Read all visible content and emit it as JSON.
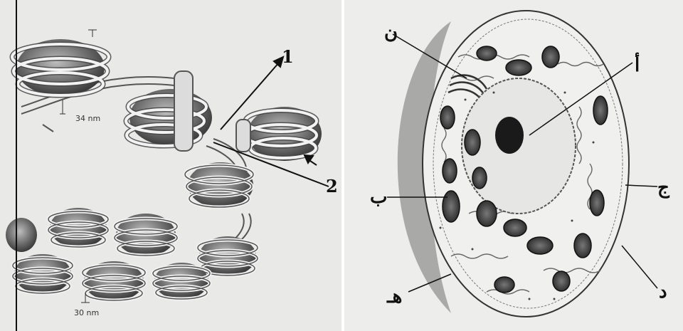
{
  "left_figure": {
    "labels": [
      "1",
      "2"
    ],
    "scale_top": "34 nm",
    "scale_bottom": "30 nm"
  },
  "right_figure": {
    "labels": {
      "n": "ن",
      "a": "أ",
      "b": "ب",
      "j": "ج",
      "d": "د",
      "h": "هـ"
    }
  },
  "colors": {
    "ink": "#111111",
    "shade": "#8a8a8a",
    "paper": "#ededeb"
  }
}
